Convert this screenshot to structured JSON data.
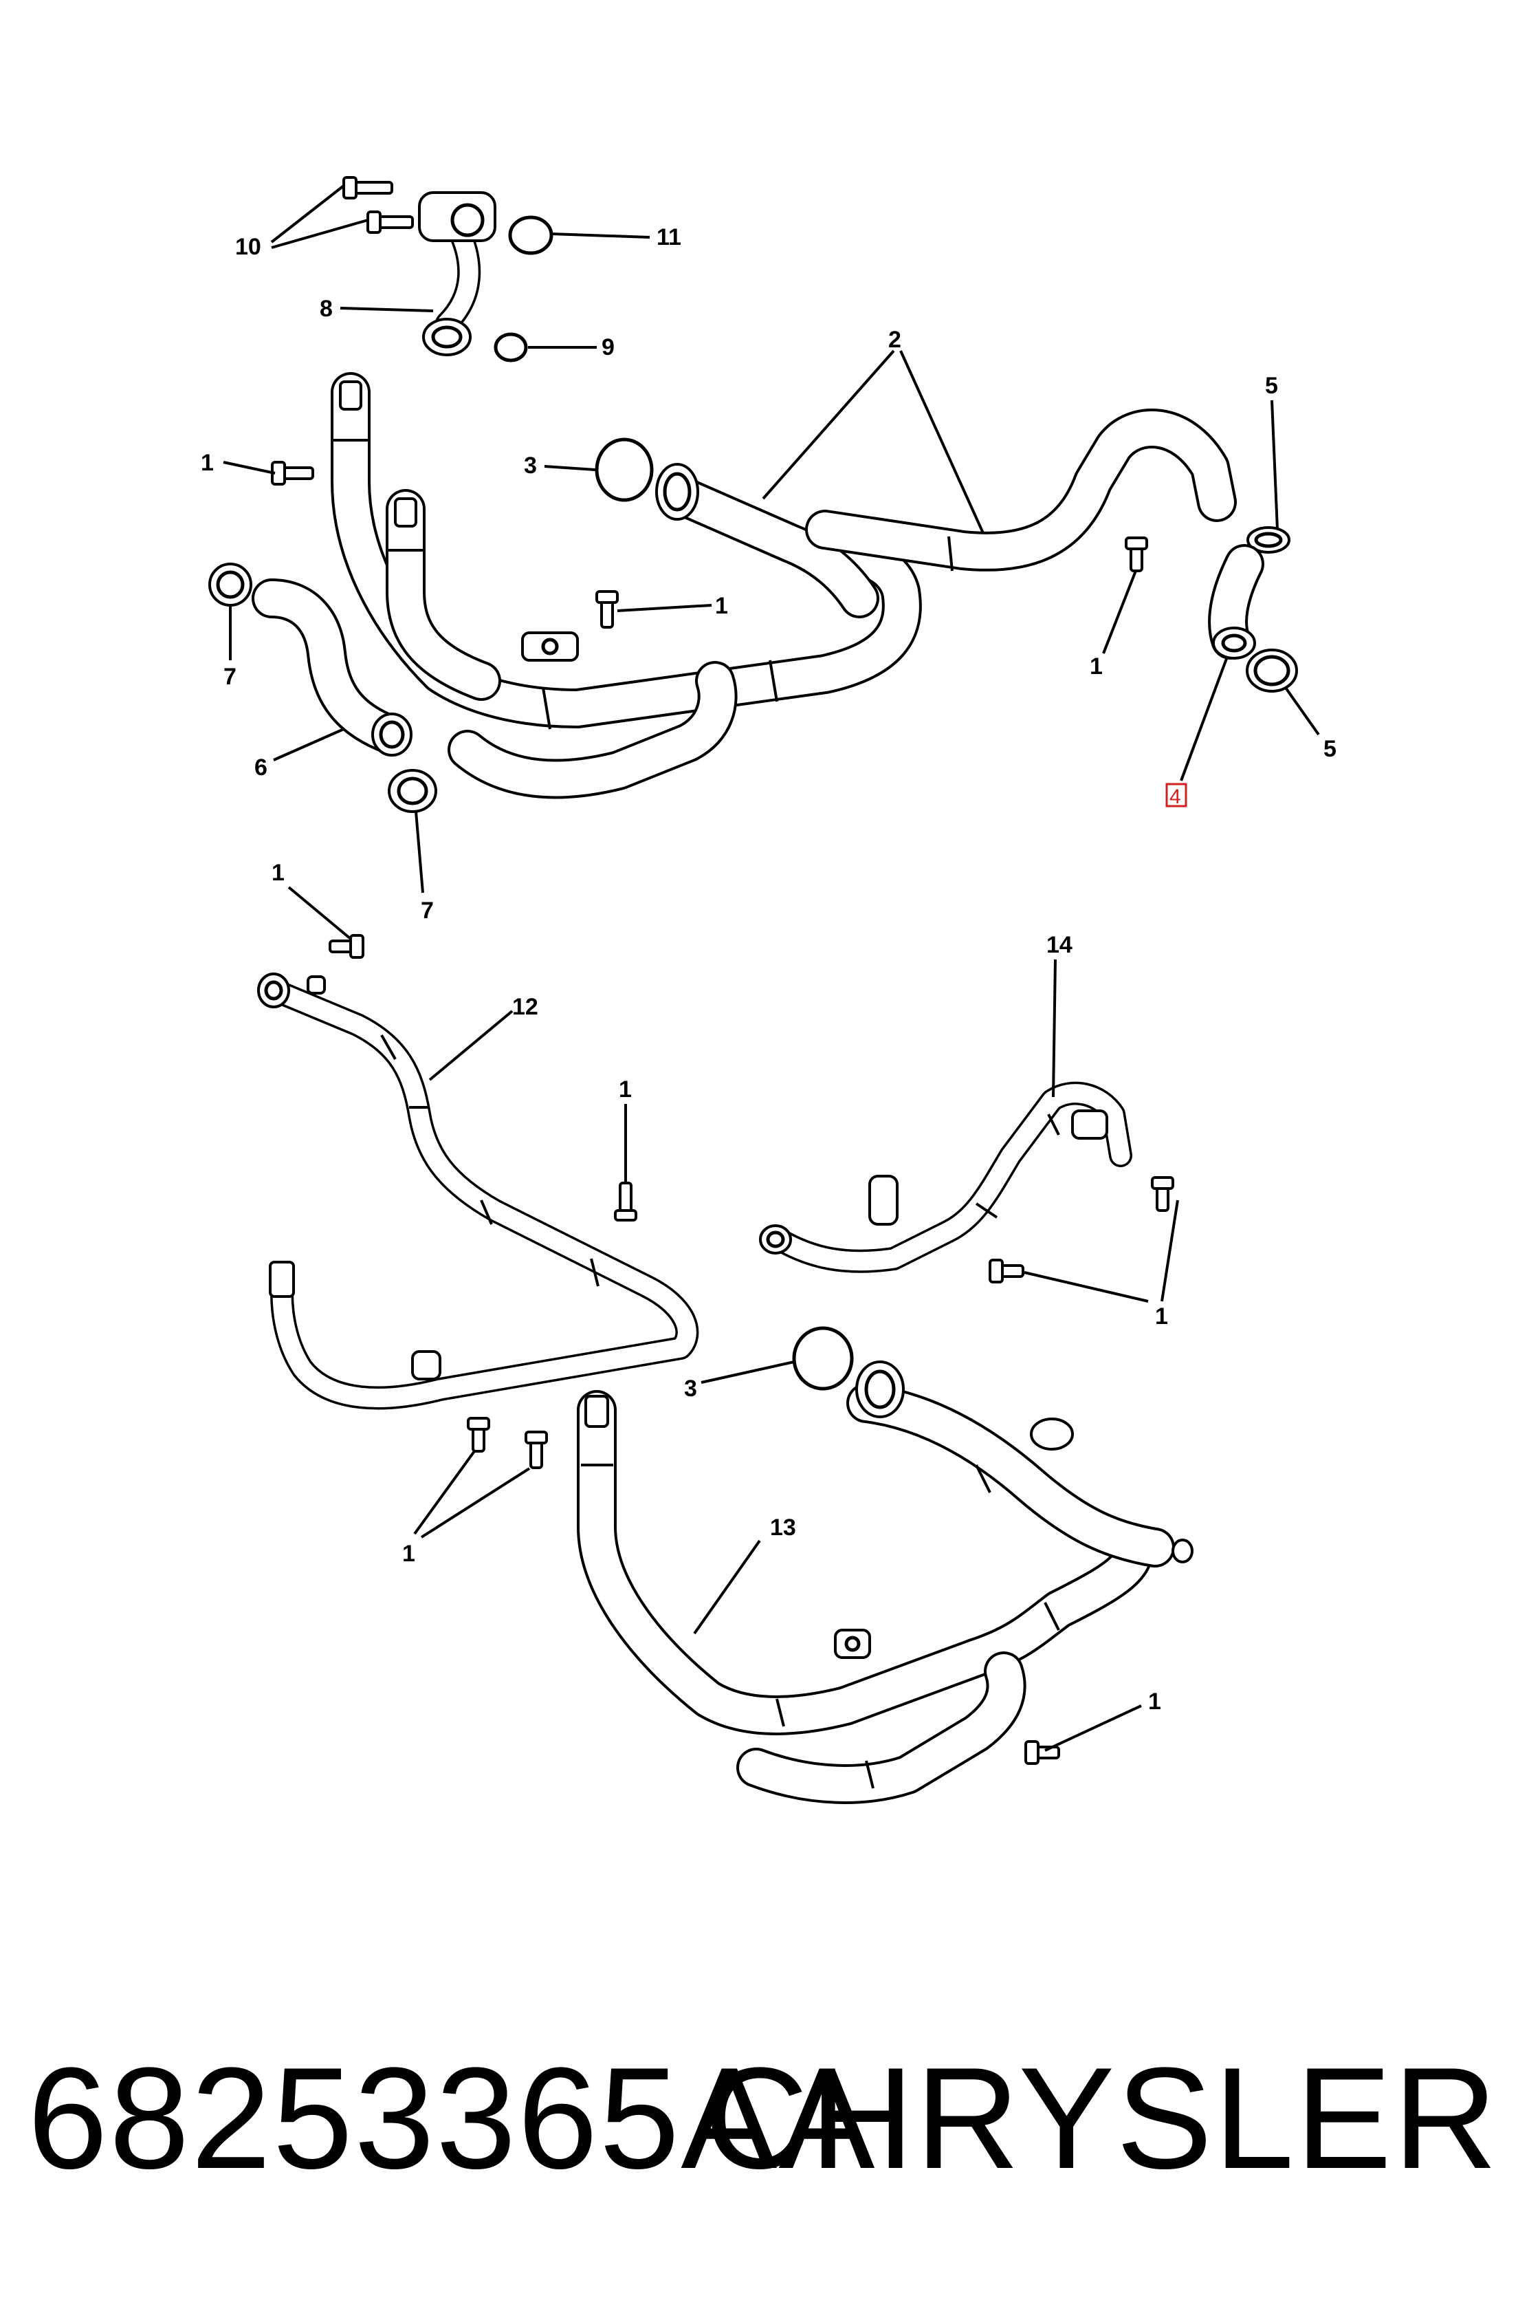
{
  "callouts": {
    "c10": "10",
    "c11": "11",
    "c8": "8",
    "c9": "9",
    "c2": "2",
    "c5a": "5",
    "c1a": "1",
    "c3a": "3",
    "c1b": "1",
    "c1c": "1",
    "c7a": "7",
    "c5b": "5",
    "c6": "6",
    "c4": "4",
    "c7b": "7",
    "c1d": "1",
    "c12": "12",
    "c14": "14",
    "c1e": "1",
    "c1f": "1",
    "c3b": "3",
    "c1g": "1",
    "c13": "13",
    "c1h": "1"
  },
  "footer": {
    "part_number": "68253365AA",
    "brand": "CHRYSLER"
  },
  "colors": {
    "line": "#000000",
    "background": "#ffffff",
    "highlight": "#d02020"
  }
}
